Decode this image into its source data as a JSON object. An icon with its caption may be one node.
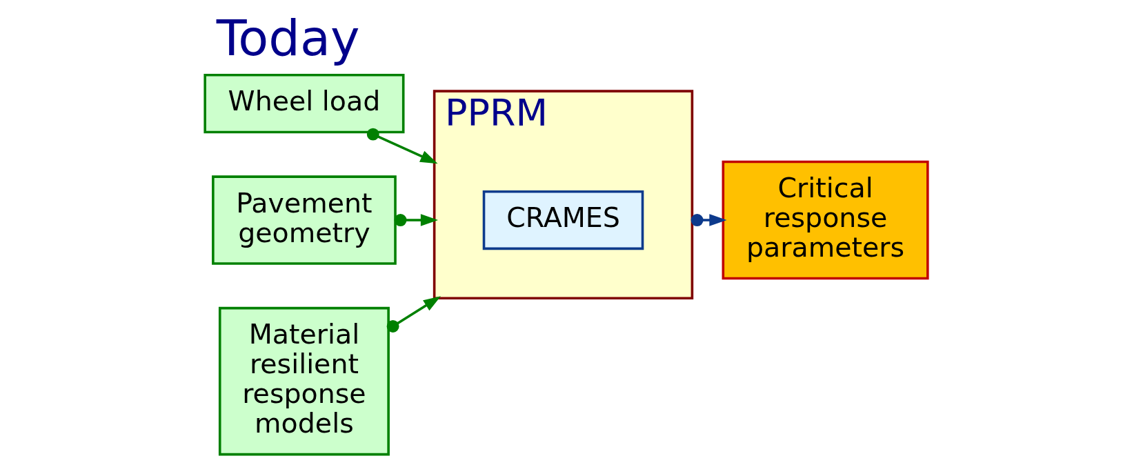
{
  "diagram": {
    "title": "Today",
    "nodes": [
      {
        "text": [
          "Wheel load"
        ]
      },
      {
        "text": [
          "PPRM"
        ]
      },
      {
        "text": [
          "CRAMES"
        ],
        "in": 1
      },
      {
        "text": [
          "Pavement geometry"
        ]
      },
      {
        "text": [
          "Material resilient response models"
        ]
      },
      {
        "text": [
          "Critical response parameters"
        ]
      }
    ],
    "edges": [
      {
        "from": 0,
        "to": 1,
        "arrow": "to"
      },
      {
        "from": 3,
        "to": 1,
        "arrow": "to"
      },
      {
        "from": 4,
        "to": 1,
        "arrow": "to"
      },
      {
        "from": 1,
        "to": 5,
        "arrow": "to",
        "color": "#0d3a8c"
      }
    ]
  }
}
